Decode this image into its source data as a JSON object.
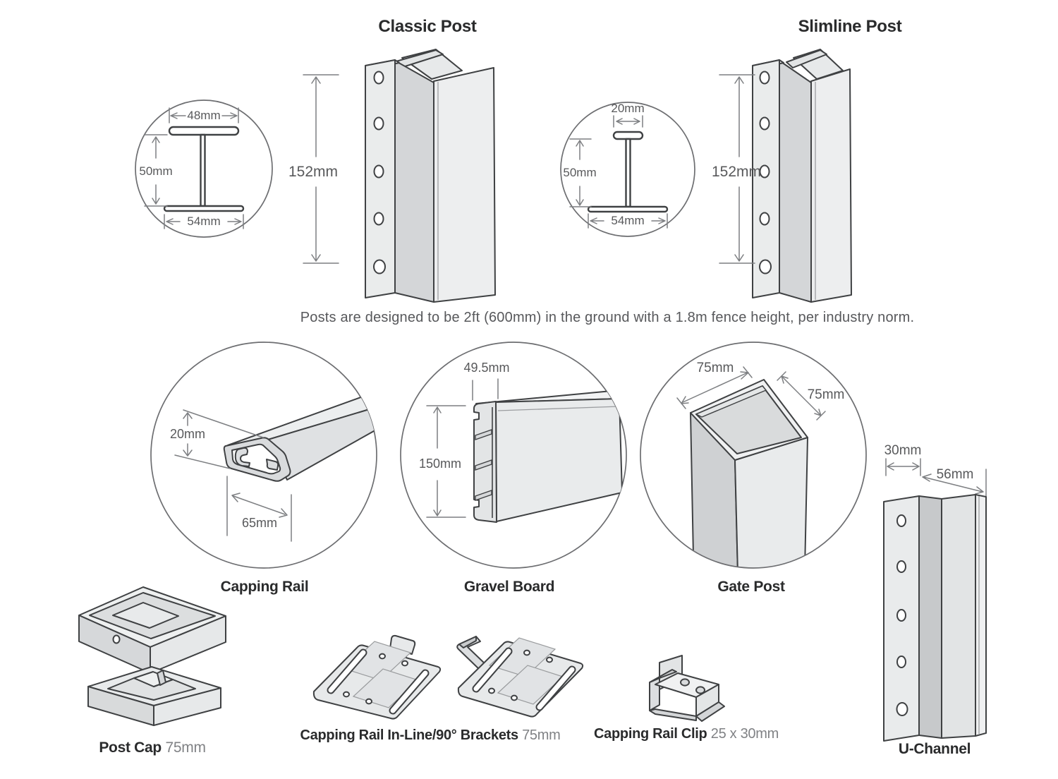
{
  "header": {
    "classic_title": "Classic Post",
    "slimline_title": "Slimline Post"
  },
  "note": "Posts are designed to be 2ft (600mm) in the ground with a 1.8m fence height, per industry norm.",
  "classic_post": {
    "cross_section": {
      "top_width": "48mm",
      "web_height": "50mm",
      "bottom_width": "54mm"
    },
    "face_height": "152mm"
  },
  "slimline_post": {
    "cross_section": {
      "top_width": "20mm",
      "web_height": "50mm",
      "bottom_width": "54mm"
    },
    "face_height": "152mm"
  },
  "capping_rail": {
    "label": "Capping Rail",
    "height": "20mm",
    "width": "65mm"
  },
  "gravel_board": {
    "label": "Gravel Board",
    "width": "49.5mm",
    "height": "150mm"
  },
  "gate_post": {
    "label": "Gate Post",
    "width": "75mm",
    "depth": "75mm"
  },
  "u_channel": {
    "label": "U-Channel",
    "flange": "30mm",
    "depth": "56mm"
  },
  "post_cap": {
    "label": "Post Cap",
    "size": "75mm"
  },
  "brackets": {
    "label": "Capping Rail In-Line/90° Brackets",
    "size": "75mm"
  },
  "rail_clip": {
    "label": "Capping Rail Clip",
    "size": "25 x 30mm"
  },
  "colors": {
    "outline": "#3f4143",
    "dim_line": "#7d7f82",
    "dim_text": "#58595b",
    "caption": "#2a2b2c",
    "size_text": "#808285"
  }
}
